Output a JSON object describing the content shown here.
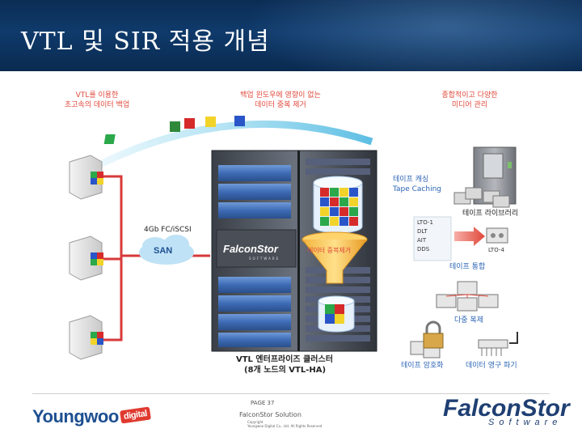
{
  "header": {
    "title": "VTL 및 SIR 적용 개념"
  },
  "callouts": {
    "vtl_backup": [
      "VTL를 이용한",
      "초고속의 데이터 백업"
    ],
    "dedup": [
      "백업 윈도우에 영향이 없는",
      "데이터 중복 제거"
    ],
    "media": [
      "종합적이고 다양한",
      "미디어 관리"
    ]
  },
  "network": {
    "protocol": "4Gb FC/iSCSI",
    "san": "SAN"
  },
  "cluster": {
    "brand": "FalconStor",
    "brand_sub": "SOFTWARE",
    "caption_line1": "VTL 엔터프라이즈 클러스터",
    "caption_line2": "(8개 노드의 VTL-HA)"
  },
  "tape": {
    "caching_ko": "테이프 캐싱",
    "caching_en": "Tape Caching",
    "dedup_funnel": "데이터 중복제거",
    "library": "테이프 라이브러리",
    "formats": [
      "LTO-1",
      "DLT",
      "AIT",
      "DDS"
    ],
    "target": "LTO-4",
    "consolidation": "테이프 통합",
    "duplication": "다중 복제",
    "encryption": "테이프 암호화",
    "shredding": "데이터 영구 파기"
  },
  "footer": {
    "page": "PAGE 37",
    "solution": "FalconStor Solution",
    "copyright_l1": "Copyright",
    "copyright_l2": "Youngwoo Digital Co., Ltd. All Rights Reserved",
    "youngwoo": "Youngwoo",
    "digital": "digital",
    "fs_logo": "FalconStor",
    "fs_sub": "Software"
  },
  "colors": {
    "header_bg": "#0f3a6b",
    "accent_red": "#e0473a",
    "accent_blue": "#2b63b5",
    "link_red": "#d83a3a"
  }
}
